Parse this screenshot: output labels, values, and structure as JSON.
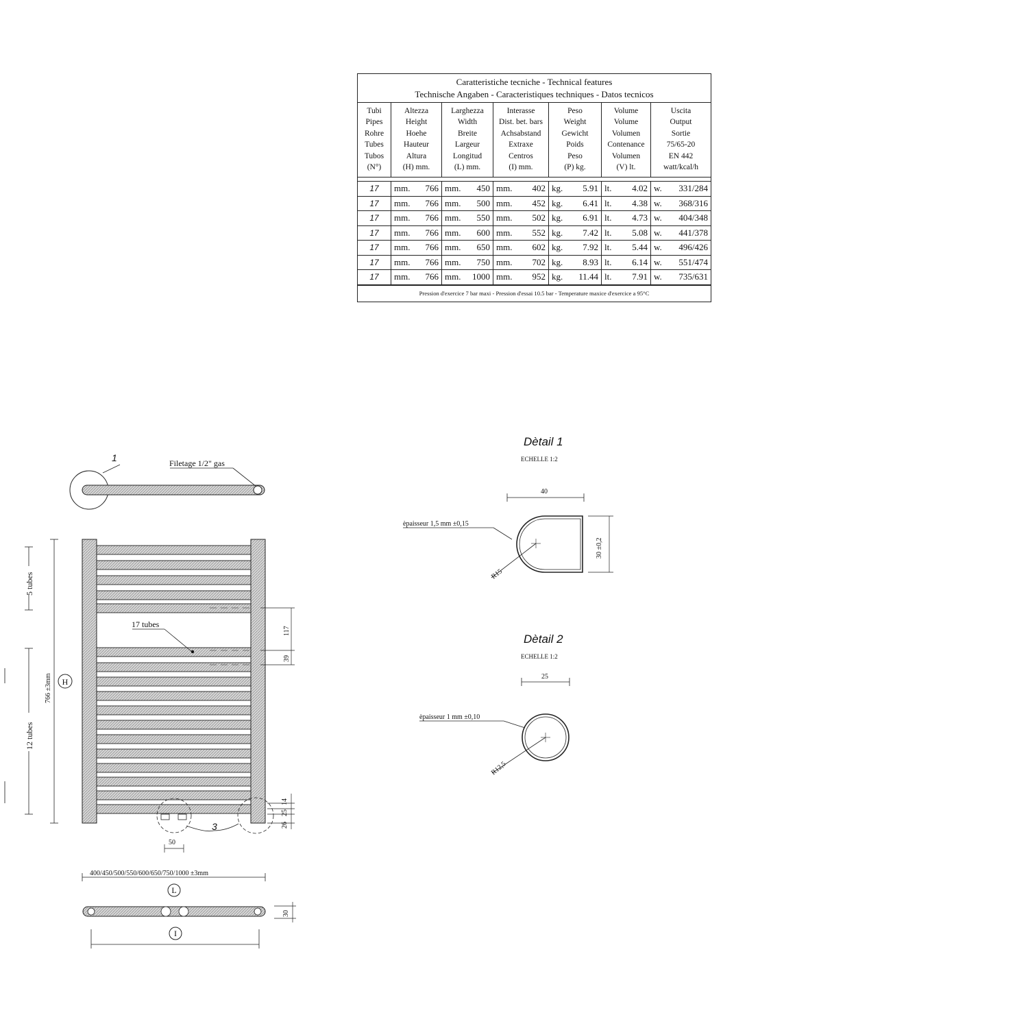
{
  "table": {
    "title_line1": "Caratteristiche tecniche - Technical features",
    "title_line2": "Technische Angaben - Caracteristiques techniques - Datos tecnicos",
    "headers": [
      [
        "Tubi",
        "Pipes",
        "Rohre",
        "Tubes",
        "Tubos",
        "(N°)"
      ],
      [
        "Altezza",
        "Height",
        "Hoehe",
        "Hauteur",
        "Altura",
        "(H) mm."
      ],
      [
        "Larghezza",
        "Width",
        "Breite",
        "Largeur",
        "Longitud",
        "(L) mm."
      ],
      [
        "Interasse",
        "Dist. bet. bars",
        "Achsabstand",
        "Extraxe",
        "Centros",
        "(I) mm."
      ],
      [
        "Peso",
        "Weight",
        "Gewicht",
        "Poids",
        "Peso",
        "(P) kg."
      ],
      [
        "Volume",
        "Volume",
        "Volumen",
        "Contenance",
        "Volumen",
        "(V) lt."
      ],
      [
        "Uscita",
        "Output",
        "Sortie",
        "75/65-20",
        "EN 442",
        "watt/kcal/h"
      ]
    ],
    "unit_mm": "mm.",
    "unit_kg": "kg.",
    "unit_lt": "lt.",
    "unit_w": "w.",
    "rows": [
      {
        "tubes": "17",
        "height": "766",
        "width": "450",
        "distance": "402",
        "weight": "5.91",
        "volume": "4.02",
        "output": "331/284"
      },
      {
        "tubes": "17",
        "height": "766",
        "width": "500",
        "distance": "452",
        "weight": "6.41",
        "volume": "4.38",
        "output": "368/316"
      },
      {
        "tubes": "17",
        "height": "766",
        "width": "550",
        "distance": "502",
        "weight": "6.91",
        "volume": "4.73",
        "output": "404/348"
      },
      {
        "tubes": "17",
        "height": "766",
        "width": "600",
        "distance": "552",
        "weight": "7.42",
        "volume": "5.08",
        "output": "441/378"
      },
      {
        "tubes": "17",
        "height": "766",
        "width": "650",
        "distance": "602",
        "weight": "7.92",
        "volume": "5.44",
        "output": "496/426"
      },
      {
        "tubes": "17",
        "height": "766",
        "width": "750",
        "distance": "702",
        "weight": "8.93",
        "volume": "6.14",
        "output": "551/474"
      },
      {
        "tubes": "17",
        "height": "766",
        "width": "1000",
        "distance": "952",
        "weight": "11.44",
        "volume": "7.91",
        "output": "735/631"
      }
    ],
    "footer": "Pression d'exercice 7 bar maxi - Pression d'essai 10.5 bar - Temperature maxice d'exercice a 95°C"
  },
  "drawing": {
    "callout_1": "1",
    "thread_label": "Filetage 1/2\" gas",
    "tubes_top": "5 tubes",
    "tubes_bottom": "12 tubes",
    "height_dim": "766 ±3mm",
    "height_symbol": "H",
    "tubes_total": "17 tubes",
    "dim_117": "117",
    "dim_39": "39",
    "dim_14": "14",
    "dim_25": "25",
    "dim_26": "26",
    "callout_3": "3",
    "dim_50": "50",
    "width_dim": "400/450/500/550/600/650/750/1000 ±3mm",
    "width_symbol": "L",
    "depth_dim": "30",
    "interaxis_symbol": "I"
  },
  "detail1": {
    "title": "Dètail 1",
    "scale": "ECHELLE 1:2",
    "width": "40",
    "thickness": "èpaisseur 1,5 mm ±0,15",
    "radius": "R15",
    "height": "30 ±0,2"
  },
  "detail2": {
    "title": "Dètail 2",
    "scale": "ECHELLE 1:2",
    "diameter": "25",
    "thickness": "èpaisseur 1 mm ±0,10",
    "radius": "R12,5"
  }
}
